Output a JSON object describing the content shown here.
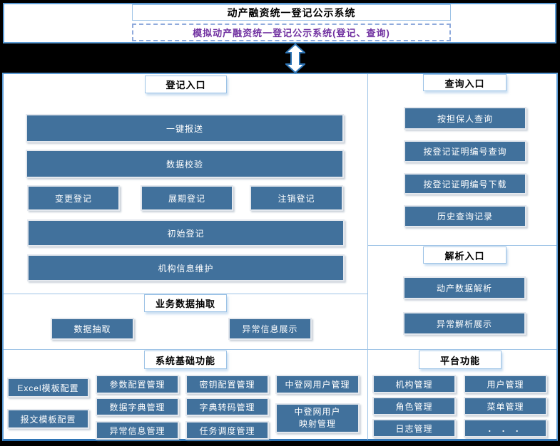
{
  "app": {
    "title": "动产融资统一登记公示系统",
    "subtitle": "模拟动产融资统一登记公示系统(登记、查询)"
  },
  "colors": {
    "accent_blue": "#5B9BD5",
    "light_blue_border": "#9DC3E6",
    "button_blue": "#41719C",
    "subtitle_purple": "#7030A0",
    "band_black": "#000000"
  },
  "icons": {
    "connector_arrow": "up-down-double-arrow"
  },
  "sections": {
    "register": {
      "title": "登记入口",
      "buttons": {
        "one_key": "一键报送",
        "validate": "数据校验",
        "change": "变更登记",
        "extend": "展期登记",
        "deregister": "注销登记",
        "initial": "初始登记",
        "org_maintain": "机构信息维护"
      }
    },
    "extract": {
      "title": "业务数据抽取",
      "buttons": {
        "data_extract": "数据抽取",
        "abnormal_display": "异常信息展示"
      }
    },
    "system_base": {
      "title": "系统基础功能",
      "buttons": {
        "excel_template": "Excel模板配置",
        "message_template": "报文模板配置",
        "param_config": "参数配置管理",
        "data_dict": "数据字典管理",
        "abnormal_info": "异常信息管理",
        "key_config": "密钥配置管理",
        "dict_transcode": "字典转码管理",
        "task_schedule": "任务调度管理",
        "zdw_user": "中登网用户管理",
        "zdw_user_map": "中登网用户\n映射管理"
      }
    },
    "query": {
      "title": "查询入口",
      "buttons": {
        "by_guarantor": "按担保人查询",
        "by_cert_query": "按登记证明编号查询",
        "by_cert_download": "按登记证明编号下载",
        "history": "历史查询记录"
      }
    },
    "parse": {
      "title": "解析入口",
      "buttons": {
        "asset_parse": "动产数据解析",
        "abnormal_parse": "异常解析展示"
      }
    },
    "platform": {
      "title": "平台功能",
      "buttons": {
        "org": "机构管理",
        "user": "用户管理",
        "role": "角色管理",
        "menu": "菜单管理",
        "log": "日志管理",
        "more": ".  .  ."
      }
    }
  }
}
